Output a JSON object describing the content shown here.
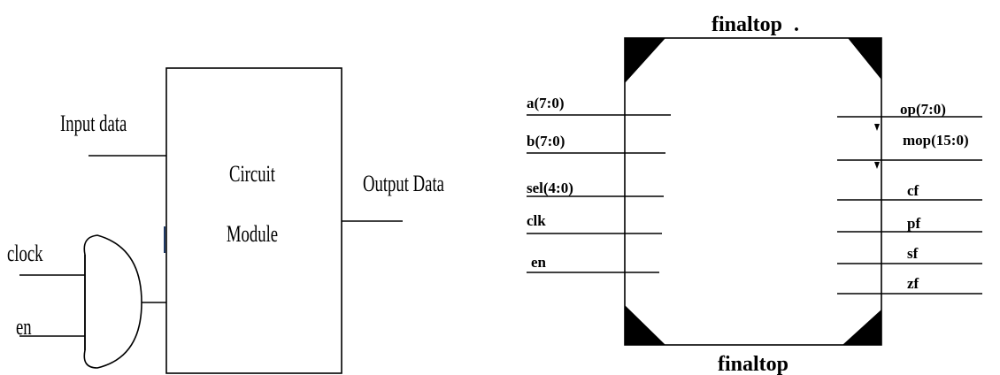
{
  "left_diagram": {
    "input_label": "Input data",
    "output_label": "Output Data",
    "module_line1": "Circuit",
    "module_line2": "Module",
    "clock_label": "clock",
    "en_label": "en"
  },
  "right_diagram": {
    "title_top": "finaltop",
    "title_top_dot": ".",
    "title_bottom": "finaltop",
    "inputs": [
      "a(7:0)",
      "b(7:0)",
      "sel(4:0)",
      "clk",
      "en"
    ],
    "outputs": [
      "op(7:0)",
      "mop(15:0)",
      "cf",
      "pf",
      "sf",
      "zf"
    ]
  }
}
